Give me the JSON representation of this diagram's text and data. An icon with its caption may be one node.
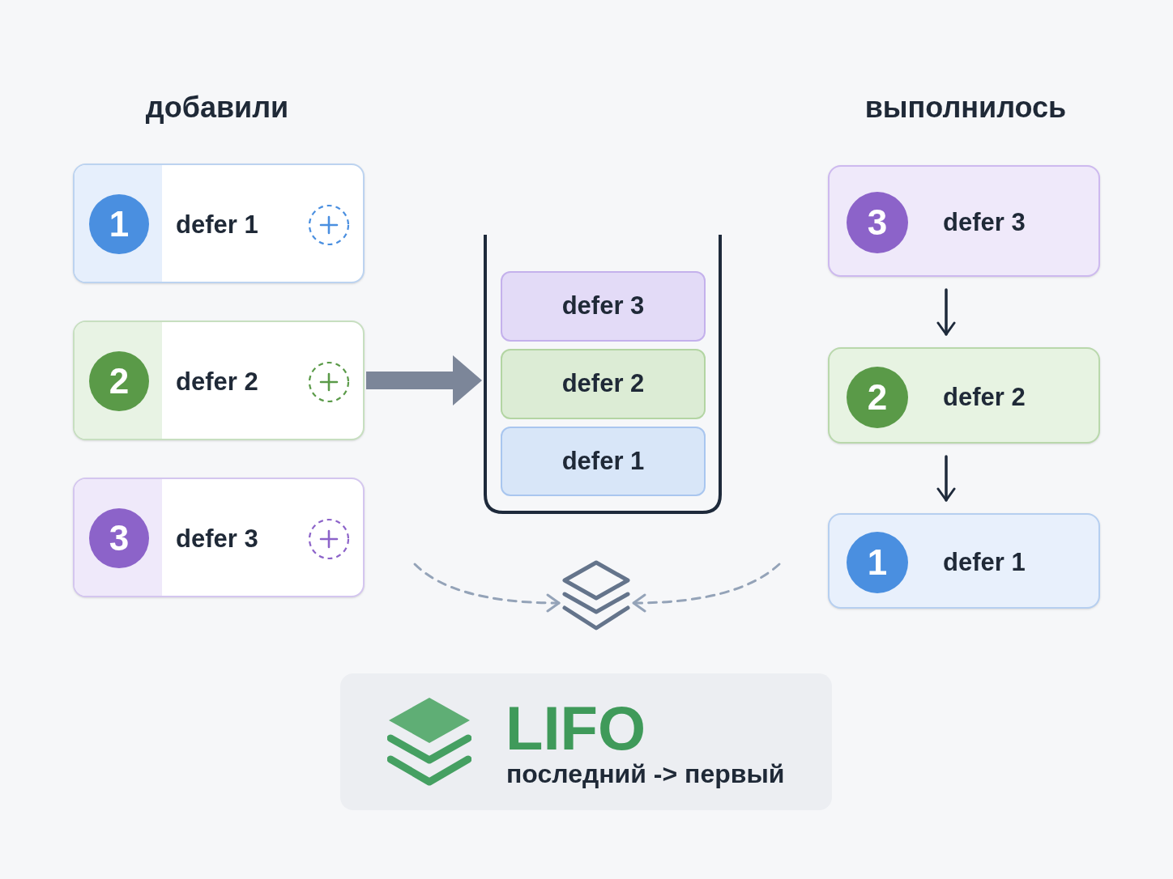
{
  "diagram": {
    "nodes": [
      {
        "text": [
          "1",
          "defer 1"
        ]
      },
      {
        "text": [
          "2",
          "defer 2"
        ]
      },
      {
        "text": [
          "3",
          "defer 3"
        ]
      },
      {
        "text": [],
        "shape": "box"
      },
      {
        "text": [
          "defer 3"
        ],
        "in": 3
      },
      {
        "text": [
          "defer 2"
        ],
        "in": 3
      },
      {
        "text": [
          "defer 1"
        ],
        "in": 3
      },
      {
        "text": [
          "3",
          "defer 3"
        ]
      },
      {
        "text": [
          "2",
          "defer 2"
        ]
      },
      {
        "text": [
          "1",
          "defer 1"
        ]
      },
      {
        "text": [],
        "shape": "picture"
      },
      {
        "text": [
          "LIFO",
          "последний -> первый"
        ]
      }
    ],
    "edges": [
      {
        "from": 1,
        "to": 3,
        "arrow": "to",
        "style": "thick",
        "color": "#7c8699"
      },
      {
        "from": 7,
        "to": 8,
        "arrow": "to"
      },
      {
        "from": 8,
        "to": 9,
        "arrow": "to"
      },
      {
        "from": null,
        "to": 10,
        "arrow": "to",
        "style": "dashed",
        "color": "#94a3b8"
      },
      {
        "from": null,
        "to": 10,
        "arrow": "to",
        "style": "dashed",
        "color": "#94a3b8"
      }
    ],
    "labels": [
      "добавили",
      "выполнилось"
    ]
  }
}
